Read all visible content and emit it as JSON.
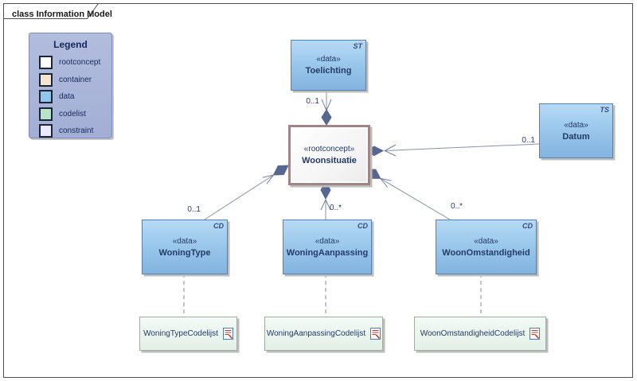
{
  "frame": {
    "title": "class Information Model"
  },
  "legend": {
    "title": "Legend",
    "items": [
      {
        "label": "rootconcept",
        "color": "#ffffff"
      },
      {
        "label": "container",
        "color": "#f7e4cf"
      },
      {
        "label": "data",
        "color": "#8ec6ee"
      },
      {
        "label": "codelist",
        "color": "#b8e4c8"
      },
      {
        "label": "constraint",
        "color": "#eceaf8"
      }
    ]
  },
  "nodes": {
    "toelichting": {
      "stereotype": "«data»",
      "name": "Toelichting",
      "tag": "ST"
    },
    "datum": {
      "stereotype": "«data»",
      "name": "Datum",
      "tag": "TS"
    },
    "woonsituatie": {
      "stereotype": "«rootconcept»",
      "name": "Woonsituatie"
    },
    "woningtype": {
      "stereotype": "«data»",
      "name": "WoningType",
      "tag": "CD"
    },
    "woningaanpassing": {
      "stereotype": "«data»",
      "name": "WoningAanpassing",
      "tag": "CD"
    },
    "woonomstandigheid": {
      "stereotype": "«data»",
      "name": "WoonOmstandigheid",
      "tag": "CD"
    },
    "woningtype_codelijst": {
      "name": "WoningTypeCodelijst"
    },
    "woningaanpassing_codelijst": {
      "name": "WoningAanpassingCodelijst"
    },
    "woonomstandigheid_codelijst": {
      "name": "WoonOmstandigheidCodelijst"
    }
  },
  "connectors": {
    "toelichting_woonsituatie": {
      "from": "Toelichting",
      "to": "Woonsituatie",
      "type": "composition",
      "multiplicity": "0..1"
    },
    "datum_woonsituatie": {
      "from": "Datum",
      "to": "Woonsituatie",
      "type": "composition",
      "multiplicity": "0..1"
    },
    "woningtype_woonsituatie": {
      "from": "WoningType",
      "to": "Woonsituatie",
      "type": "composition",
      "multiplicity": "0..1"
    },
    "woningaanpassing_woonsituatie": {
      "from": "WoningAanpassing",
      "to": "Woonsituatie",
      "type": "composition",
      "multiplicity": "0..*"
    },
    "woonomstandigheid_woonsituatie": {
      "from": "WoonOmstandigheid",
      "to": "Woonsituatie",
      "type": "composition",
      "multiplicity": "0..*"
    },
    "dependencies": [
      {
        "from": "WoningType",
        "to": "WoningTypeCodelijst"
      },
      {
        "from": "WoningAanpassing",
        "to": "WoningAanpassingCodelijst"
      },
      {
        "from": "WoonOmstandigheid",
        "to": "WoonOmstandigheidCodelijst"
      }
    ]
  },
  "colors": {
    "data_fill": "#8ec6ee",
    "data_border": "#5581b0",
    "rootconcept_border": "#9d8686",
    "codelist_fill": "#e8f4ec",
    "codelist_border": "#9fae9f",
    "legend_bg": "#a9b5d9",
    "connector_line": "#8591ad",
    "diamond_fill": "#57668f",
    "text": "#243a6b"
  }
}
